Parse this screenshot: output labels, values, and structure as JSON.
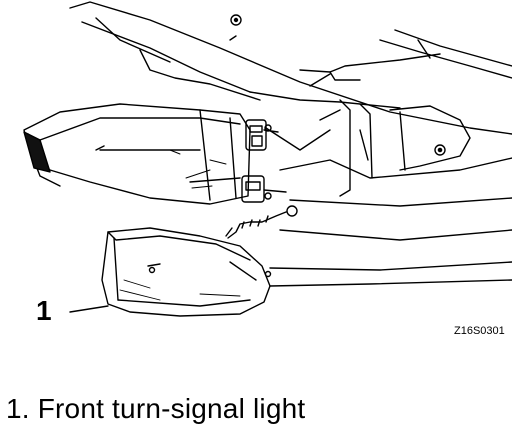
{
  "diagram": {
    "callout": "1",
    "figure_code": "Z16S0301"
  },
  "caption": {
    "text": "1. Front turn-signal light"
  }
}
